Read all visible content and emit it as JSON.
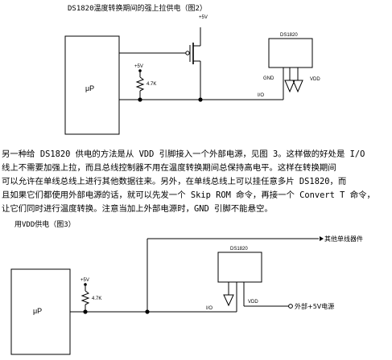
{
  "figure2": {
    "caption": "DS1820温度转换期间的强上拉供电（图2）",
    "vcc_label": "+5V",
    "chip_label": "DS1820",
    "mcu_label": "μP",
    "pullup_label": "+5V",
    "resistor_label": "4.7K",
    "io_label": "I/O",
    "gnd_label": "GND",
    "vdd_label": "VDD"
  },
  "paragraph": [
    "另一种给 DS1820 供电的方法是从 VDD 引脚接入一个外部电源，见图 3。这样做的好处是 I/O",
    "线上不需要加强上拉，而且总线控制器不用在温度转换期间总保持高电平。这样在转换期间",
    "可以允许在单线总线上进行其他数据往来。另外，在单线总线上可以挂任意多片 DS1820，而",
    "且如果它们都使用外部电源的话，就可以先发一个 Skip ROM 命令，再接一个 Convert T 命令，",
    "让它们同时进行温度转换。注意当加上外部电源时，GND 引脚不能悬空。"
  ],
  "figure3": {
    "caption": "用VDD供电（图3）",
    "chip_label": "DS1820",
    "other_devices_label": "其他单线器件",
    "mcu_label": "μP",
    "pullup_label": "+5V",
    "resistor_label": "4.7K",
    "io_label": "I/O",
    "vdd_label": "VDD",
    "ext_power_label": "外部+5V电源"
  }
}
